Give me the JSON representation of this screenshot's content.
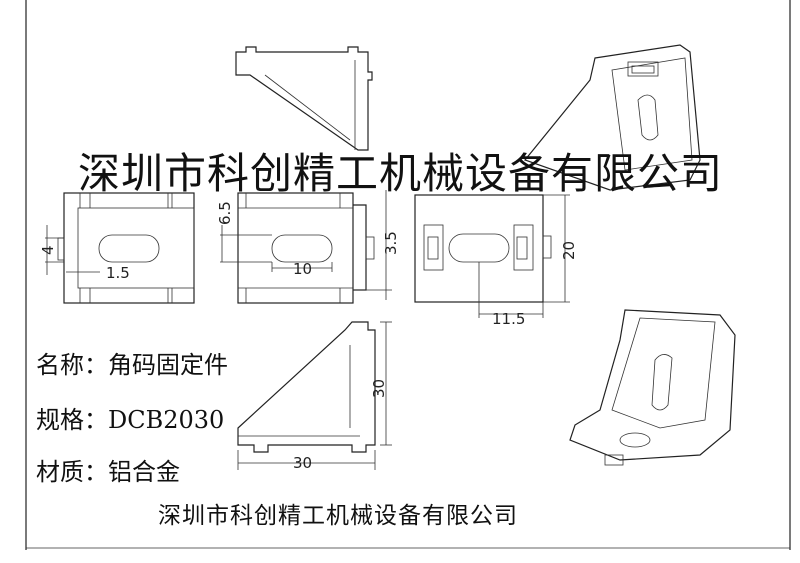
{
  "title_large": "深圳市科创精工机械设备有限公司",
  "title_bottom": "深圳市科创精工机械设备有限公司",
  "specs": {
    "name_label": "名称：",
    "name_value": "角码固定件",
    "model_label": "规格：",
    "model_value": "DCB2030",
    "material_label": "材质：",
    "material_value": "铝合金"
  },
  "dimensions": {
    "d4": "4",
    "d1_5": "1.5",
    "d6_5": "6.5",
    "d10": "10",
    "d3_5": "3.5",
    "d20": "20",
    "d11_5": "11.5",
    "d30_v": "30",
    "d30_h": "30"
  }
}
